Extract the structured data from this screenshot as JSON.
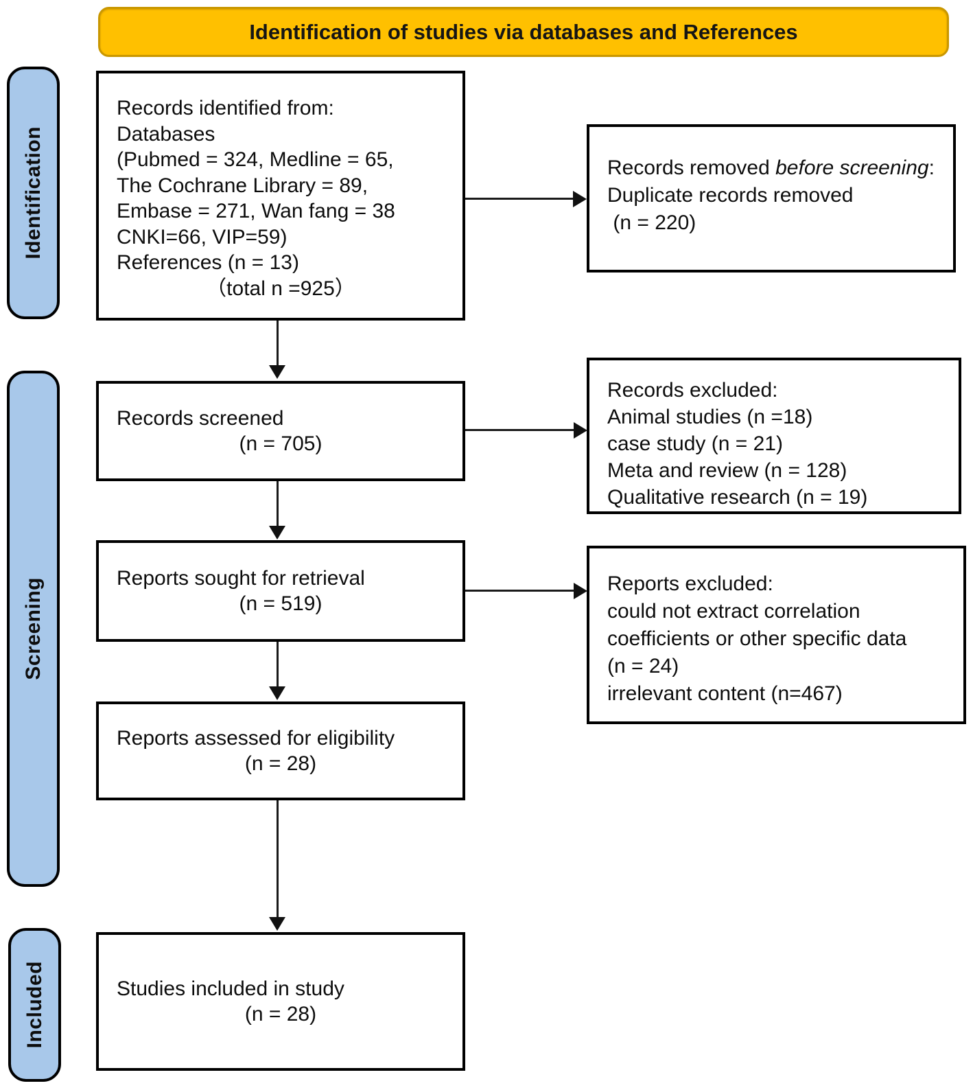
{
  "header": {
    "title": "Identification of studies via databases and References"
  },
  "colors": {
    "header_bg": "#FFC000",
    "header_border": "#C99700",
    "stage_bg": "#A8C8EA",
    "box_border": "#000000",
    "arrow": "#1a1a1a"
  },
  "stages": [
    {
      "label": "Identification"
    },
    {
      "label": "Screening"
    },
    {
      "label": "Included"
    }
  ],
  "boxes": {
    "identified": {
      "lines": [
        "Records identified from:",
        "Databases",
        "(Pubmed = 324, Medline = 65,",
        "The Cochrane Library = 89,",
        "Embase = 271, Wan fang = 38",
        "CNKI=66, VIP=59)",
        "References (n = 13)"
      ],
      "total_line": "（total n =925）"
    },
    "removed": {
      "line1_prefix": "Records removed ",
      "line1_italic": "before screening",
      "line1_suffix": ":",
      "line2": "Duplicate records removed",
      "line3": " (n = 220)"
    },
    "screened": {
      "title": "Records screened",
      "count": "(n = 705)"
    },
    "records_excluded": {
      "lines": [
        "Records excluded:",
        "Animal studies (n =18)",
        "case study (n = 21)",
        "Meta and review (n = 128)",
        "Qualitative research (n = 19)"
      ]
    },
    "sought": {
      "title": "Reports sought for retrieval",
      "count": "(n = 519)"
    },
    "reports_excluded": {
      "lines": [
        "Reports excluded:",
        "could not extract correlation",
        "coefficients or other specific data",
        "(n = 24)",
        "irrelevant content (n=467)"
      ]
    },
    "assessed": {
      "title": "Reports assessed for eligibility",
      "count": "(n = 28)"
    },
    "included": {
      "title": "Studies included in study",
      "count": "(n = 28)"
    }
  }
}
